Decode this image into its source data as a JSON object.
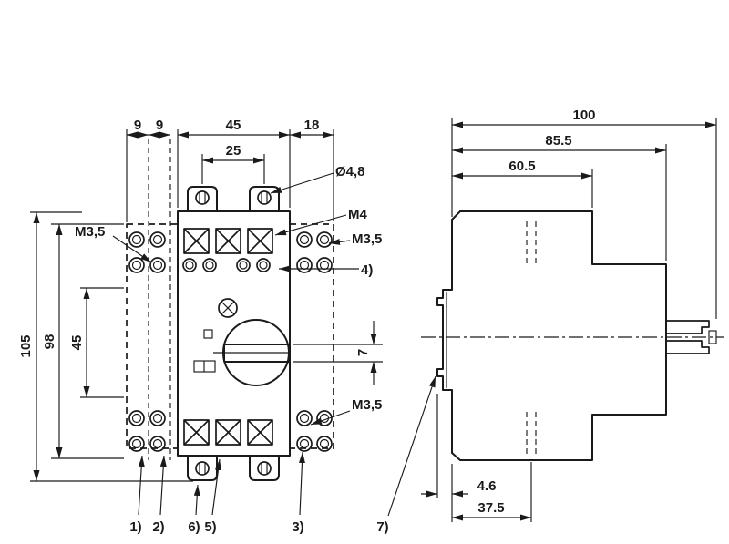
{
  "front_view": {
    "dim_9_left": "9",
    "dim_9_right": "9",
    "dim_45_width": "45",
    "dim_18_width": "18",
    "dim_25_holes": "25",
    "dim_105": "105",
    "dim_98": "98",
    "dim_45_vert": "45",
    "dim_7_handle": "7",
    "label_dia_4_8": "Ø4,8",
    "label_m4": "M4",
    "label_m35_top_right": "M3,5",
    "label_m35_left": "M3,5",
    "label_m35_bottom_right": "M3,5",
    "ref_1": "1)",
    "ref_2": "2)",
    "ref_3": "3)",
    "ref_4": "4)",
    "ref_5": "5)",
    "ref_6": "6)"
  },
  "side_view": {
    "dim_100": "100",
    "dim_85_5": "85.5",
    "dim_60_5": "60.5",
    "dim_4_6": "4.6",
    "dim_37_5": "37.5",
    "ref_7": "7)"
  },
  "colors": {
    "line": "#1a1a1a",
    "background": "#ffffff"
  }
}
